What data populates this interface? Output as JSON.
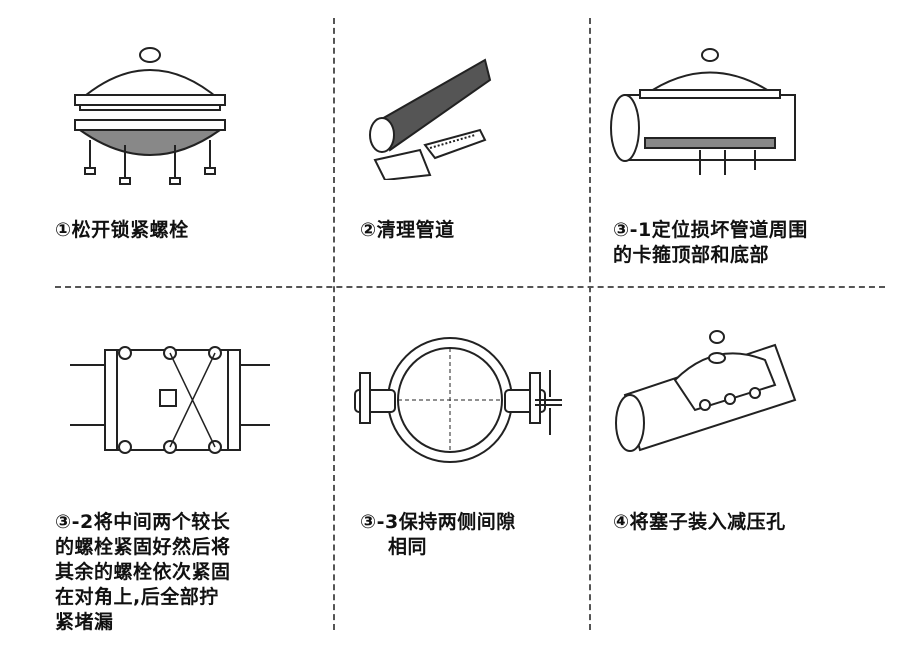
{
  "steps": [
    {
      "caption": "①松开锁紧螺栓",
      "icon": "loosen-bolts-illustration"
    },
    {
      "caption": "②清理管道",
      "icon": "clean-pipe-illustration"
    },
    {
      "caption_lines": [
        "③-1定位损坏管道周围",
        "的卡箍顶部和底部"
      ],
      "icon": "position-clamp-illustration"
    },
    {
      "caption_lines": [
        "③-2将中间两个较长",
        "的螺栓紧固好然后将",
        "其余的螺栓依次紧固",
        "在对角上,后全部拧",
        "紧堵漏"
      ],
      "icon": "tighten-bolts-illustration"
    },
    {
      "caption_lines": [
        "③-3保持两侧间隙",
        "相同"
      ],
      "icon": "equal-gap-illustration"
    },
    {
      "caption": "④将塞子装入减压孔",
      "icon": "insert-plug-illustration"
    }
  ]
}
